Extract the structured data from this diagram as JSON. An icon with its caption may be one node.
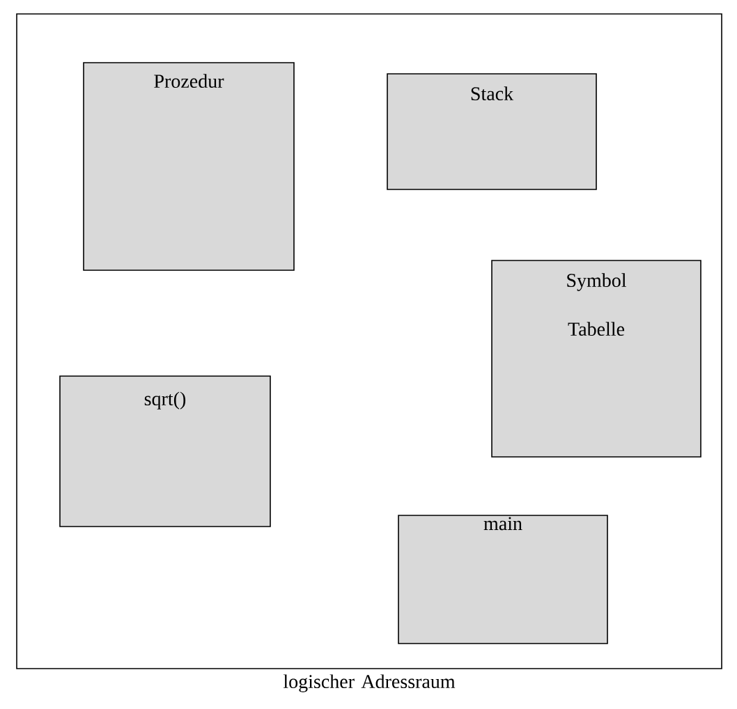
{
  "diagram": {
    "nodes": [
      {
        "text": [
          "logischer Adressraum"
        ]
      },
      {
        "text": [
          "Prozedur"
        ],
        "in": 0
      },
      {
        "text": [
          "Stack"
        ],
        "in": 0
      },
      {
        "text": [
          "Symbol Tabelle"
        ],
        "in": 0
      },
      {
        "text": [
          "sqrt()"
        ],
        "in": 0
      },
      {
        "text": [
          "main"
        ],
        "in": 0
      }
    ]
  }
}
